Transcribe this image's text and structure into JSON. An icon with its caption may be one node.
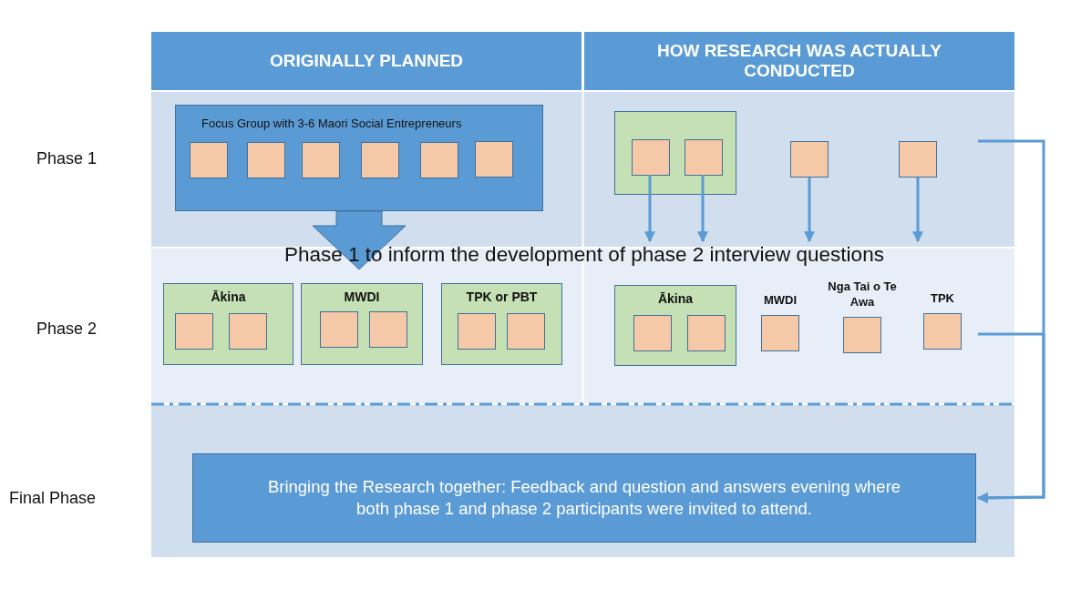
{
  "diagram": {
    "nodes": [
      {
        "text": [
          "ORIGINALLY PLANNED"
        ]
      },
      {
        "text": [
          "HOW RESEARCH WAS ACTUALLY CONDUCTED"
        ]
      },
      {
        "text": [
          "Focus Group with 3-6 Maori Social Entrepreneurs"
        ]
      },
      {
        "text": [],
        "shape": "box",
        "in": 2
      },
      {
        "text": [],
        "shape": "box",
        "in": 2
      },
      {
        "text": [],
        "shape": "box",
        "in": 2
      },
      {
        "text": [],
        "shape": "box",
        "in": 2
      },
      {
        "text": [],
        "shape": "box",
        "in": 2
      },
      {
        "text": [],
        "shape": "box",
        "in": 2
      },
      {
        "text": [
          "Ākina"
        ]
      },
      {
        "text": [],
        "shape": "box",
        "in": 9
      },
      {
        "text": [],
        "shape": "box",
        "in": 9
      },
      {
        "text": [
          "MWDI"
        ]
      },
      {
        "text": [],
        "shape": "box",
        "in": 12
      },
      {
        "text": [],
        "shape": "box",
        "in": 12
      },
      {
        "text": [
          "TPK or PBT"
        ]
      },
      {
        "text": [],
        "shape": "box",
        "in": 15
      },
      {
        "text": [],
        "shape": "box",
        "in": 15
      },
      {
        "text": [],
        "shape": "box"
      },
      {
        "text": [],
        "shape": "box",
        "in": 18
      },
      {
        "text": [],
        "shape": "box",
        "in": 18
      },
      {
        "text": [],
        "shape": "box"
      },
      {
        "text": [],
        "shape": "box"
      },
      {
        "text": [
          "Ākina"
        ]
      },
      {
        "text": [],
        "shape": "box",
        "in": 23
      },
      {
        "text": [],
        "shape": "box",
        "in": 23
      },
      {
        "text": [
          "MWDI"
        ]
      },
      {
        "text": [
          "Nga Tai o Te Awa"
        ]
      },
      {
        "text": [
          "TPK"
        ]
      },
      {
        "text": [
          "Bringing the Research together: Feedback and question and answers evening where both phase 1 and phase 2 participants were invited to attend."
        ]
      },
      {
        "text": [
          "Phase 1 to inform the development of phase 2 interview questions"
        ]
      }
    ],
    "edges": [
      {
        "from": 2,
        "to": null,
        "arrow": "to",
        "style": "thick"
      },
      {
        "from": 19,
        "to": 30,
        "arrow": "to"
      },
      {
        "from": 20,
        "to": 30,
        "arrow": "to"
      },
      {
        "from": 21,
        "to": 30,
        "arrow": "to"
      },
      {
        "from": 22,
        "to": 30,
        "arrow": "to"
      },
      {
        "from": null,
        "to": 29,
        "arrow": "to"
      },
      {
        "from": null,
        "to": 29,
        "arrow": "to"
      }
    ],
    "labels": [
      "Phase 1",
      "Phase 2",
      "Final Phase"
    ]
  }
}
